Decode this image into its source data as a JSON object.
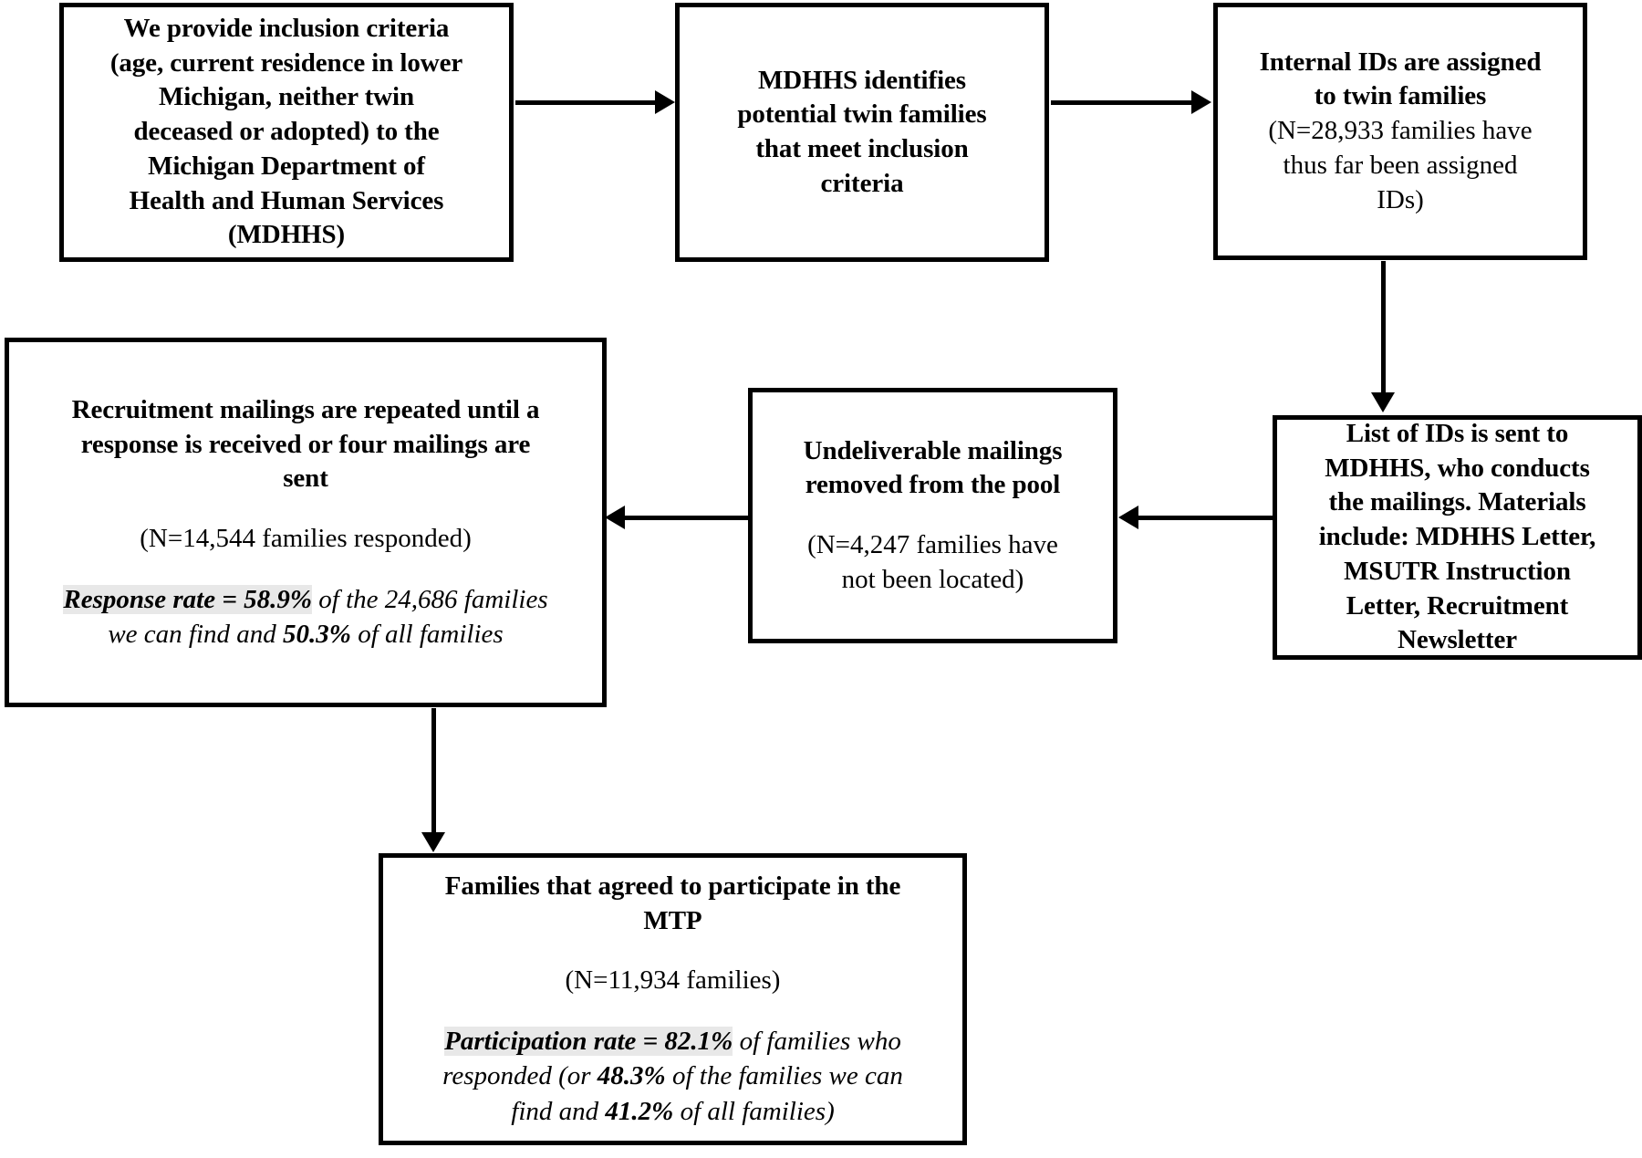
{
  "diagram": {
    "title": "Michigan Twins Project recruitment flowchart",
    "highlight_color": "#e8e8e8",
    "line_color": "#000000",
    "background": "#ffffff"
  },
  "boxes": {
    "inclusion_criteria": {
      "id": "box-inclusion-criteria",
      "lines": [
        "We provide inclusion criteria",
        "(age, current residence in lower",
        "Michigan, neither twin",
        "deceased or adopted) to the",
        "Michigan Department of",
        "Health and Human Services",
        "(MDHHS)"
      ]
    },
    "mdhhs_identifies": {
      "id": "box-mdhhs-identifies",
      "lines": [
        "MDHHS identifies",
        "potential twin families",
        "that meet inclusion",
        "criteria"
      ]
    },
    "internal_ids": {
      "id": "box-internal-ids",
      "heading_lines": [
        "Internal IDs are assigned",
        "to twin families"
      ],
      "detail_lines": [
        "(N=28,933 families have",
        "thus far been assigned",
        "IDs)"
      ],
      "n_value": "28,933"
    },
    "list_of_ids": {
      "id": "box-list-of-ids",
      "lines": [
        "List of IDs is sent to",
        "MDHHS, who conducts",
        "the mailings. Materials",
        "include: MDHHS Letter,",
        "MSUTR Instruction",
        "Letter, Recruitment",
        "Newsletter"
      ]
    },
    "undeliverable": {
      "id": "box-undeliverable-mailings",
      "heading_lines": [
        "Undeliverable mailings",
        "removed from the pool"
      ],
      "detail_lines": [
        "(N=4,247 families have",
        "not been located)"
      ],
      "n_value": "4,247"
    },
    "recruitment_mailings": {
      "id": "box-recruitment-mailings",
      "heading_lines": [
        "Recruitment mailings are repeated until a",
        "response is received or four mailings are",
        "sent"
      ],
      "detail_line": "(N=14,544 families responded)",
      "n_value": "14,544",
      "rate_line_1_a": "Response rate = 58.9%",
      "rate_line_1_b": " of the 24,686 families",
      "rate_line_2_a": "we can find and ",
      "rate_line_2_b": "50.3%",
      "rate_line_2_c": " of all families",
      "response_rate_findable": "58.9%",
      "response_rate_all": "50.3%",
      "findable_families": "24,686"
    },
    "agreed_to_participate": {
      "id": "box-agreed-to-participate",
      "heading_lines": [
        "Families that agreed to participate in the",
        "MTP"
      ],
      "detail_line": "(N=11,934 families)",
      "n_value": "11,934",
      "rate_line_1_a": "Participation rate = 82.1%",
      "rate_line_1_b": " of families who",
      "rate_line_2_a": "responded (or ",
      "rate_line_2_b": "48.3%",
      "rate_line_2_c": " of the families we can",
      "rate_line_3_a": "find and ",
      "rate_line_3_b": "41.2%",
      "rate_line_3_c": " of all families)",
      "participation_rate_responded": "82.1%",
      "participation_rate_findable": "48.3%",
      "participation_rate_all": "41.2%"
    }
  },
  "connectors": [
    {
      "name": "arrow-inclusion-to-mdhhs",
      "direction": "right"
    },
    {
      "name": "arrow-mdhhs-to-internal-ids",
      "direction": "right"
    },
    {
      "name": "arrow-internal-ids-to-list",
      "direction": "down"
    },
    {
      "name": "arrow-list-to-undeliverable",
      "direction": "left"
    },
    {
      "name": "arrow-undeliverable-to-recruitment",
      "direction": "left"
    },
    {
      "name": "arrow-recruitment-to-agreed",
      "direction": "down"
    }
  ]
}
